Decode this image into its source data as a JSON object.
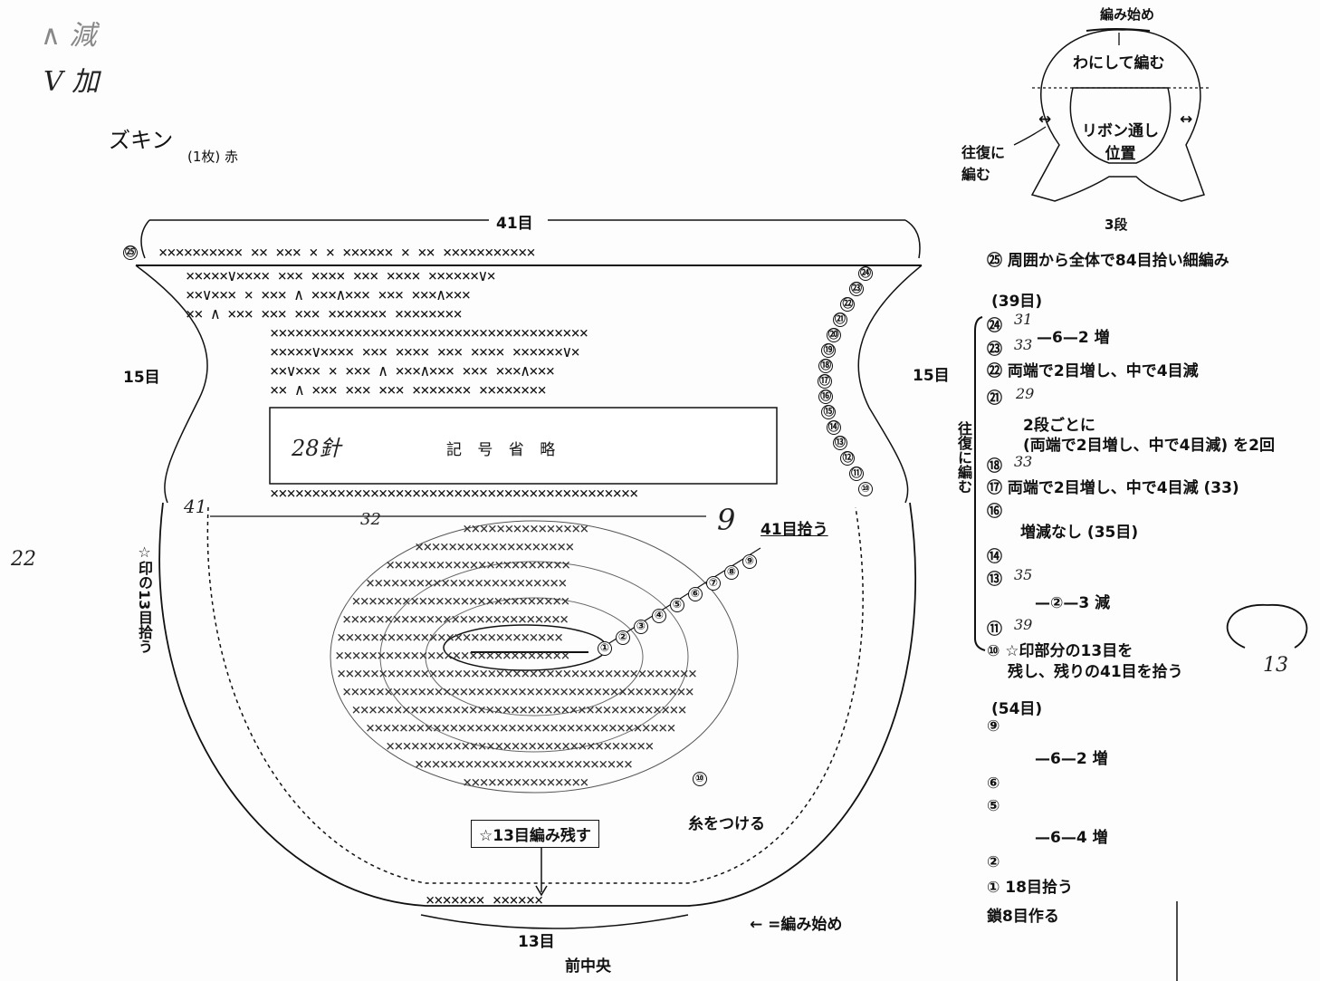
{
  "notes": {
    "decrease": "∧ 減",
    "increase": "V 加",
    "left_num": "22",
    "right_num": "13"
  },
  "title": {
    "name": "ズキン",
    "sub": "(1枚) 赤"
  },
  "main": {
    "top_width": "41目",
    "side_left": "15目",
    "side_right": "15目",
    "omit_label": "記 号 省 略",
    "hand_28": "28針",
    "hand_32": "32",
    "hand_9": "9",
    "hand_41": "41",
    "pick_41": "41目拾う",
    "pick_star13": "☆印の13目拾う",
    "leave_13": "☆13目編み残す",
    "attach_yarn": "糸をつける",
    "bottom_width": "13目",
    "front_center": "前中央",
    "legend_start": "← =編み始め",
    "row_labels": [
      "⑩",
      "⑪",
      "⑫",
      "⑬",
      "⑭",
      "⑮",
      "⑯",
      "⑰",
      "⑱",
      "⑲",
      "⑳",
      "㉑",
      "㉒",
      "㉓",
      "㉔"
    ],
    "round_labels": [
      "①",
      "②",
      "③",
      "④",
      "⑤",
      "⑥",
      "⑦",
      "⑧",
      "⑨",
      "⑩"
    ],
    "top_round": "㉕"
  },
  "mini": {
    "start": "編み始め",
    "ring": "わにして編む",
    "ribbon": "リボン通し位置",
    "back_forth": "往復に編む",
    "rows3": "3段"
  },
  "instructions": {
    "r25": "㉕ 周囲から全体で84目拾い細編み",
    "count39": "(39目)",
    "r24": "㉔",
    "r23": "㉓",
    "r23_24": "—6—2 増",
    "n31": "31",
    "n33a": "33",
    "r22": "㉒ 両端で2目増し、中で4目減",
    "r21": "㉑",
    "n29": "29",
    "r18_21a": "2段ごとに",
    "r18_21b": "(両端で2目増し、中で4目減) を2回",
    "r18": "⑱",
    "n33b": "33",
    "r17": "⑰ 両端で2目増し、中で4目減 (33)",
    "r16": "⑯",
    "r14_16": "増減なし (35目)",
    "r14": "⑭",
    "r13": "⑬",
    "n35": "35",
    "r11_13": "—②—3 減",
    "r11": "⑪",
    "n39": "39",
    "r10a": "⑩ ☆印部分の13目を",
    "r10b": "残し、残りの41目を拾う",
    "side_vert": "往復に編む",
    "count54": "(54目)",
    "r9": "⑨",
    "r6_9": "—6—2 増",
    "r6": "⑥",
    "r5": "⑤",
    "r2_5": "—6—4 増",
    "r2": "②",
    "r1": "① 18目拾う",
    "chain": "鎖8目作る"
  }
}
